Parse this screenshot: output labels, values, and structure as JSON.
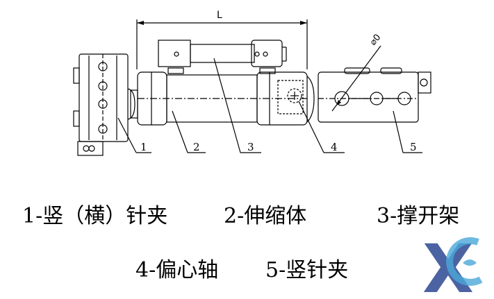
{
  "callouts": {
    "dim_length": "L",
    "dim_diameter": "⌀0",
    "n1": "1",
    "n2": "2",
    "n3": "3",
    "n4": "4",
    "n5": "5"
  },
  "legend": {
    "item1": "1-竖（横）针夹",
    "item2": "2-伸缩体",
    "item3": "3-撑开架",
    "item4": "4-偏心轴",
    "item5": "5-竖针夹"
  },
  "logo": {
    "letter": "X",
    "colors": {
      "primary": "#1e3c8c",
      "secondary": "#4aa8d8"
    }
  }
}
